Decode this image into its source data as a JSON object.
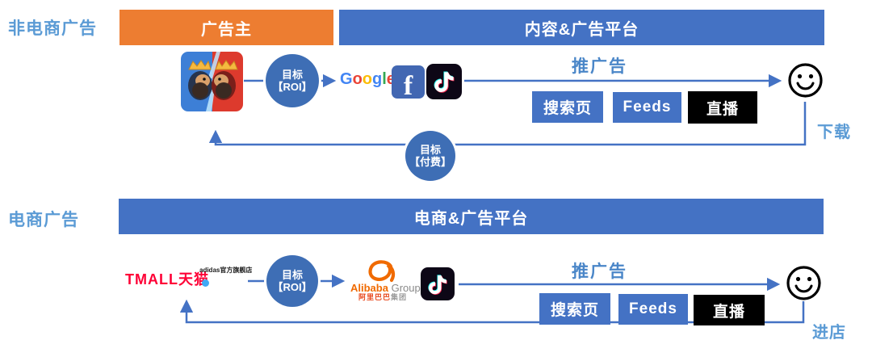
{
  "sections": [
    {
      "label": "非电商广告",
      "advertiser_box": "广告主",
      "platform_box": "内容&广告平台",
      "goal_roi": {
        "line1": "目标",
        "line2": "【ROI】"
      },
      "goal_return": {
        "line1": "目标",
        "line2": "【付费】"
      },
      "push_ads": "推广告",
      "channels": [
        "搜索页",
        "Feeds",
        "直播"
      ],
      "outcome": "下载"
    },
    {
      "label": "电商广告",
      "platform_box": "电商&广告平台",
      "goal_roi": {
        "line1": "目标",
        "line2": "【ROI】"
      },
      "push_ads": "推广告",
      "channels": [
        "搜索页",
        "Feeds",
        "直播"
      ],
      "outcome": "进店"
    }
  ],
  "logos": {
    "google": {
      "letters": [
        "G",
        "o",
        "o",
        "g",
        "l",
        "e"
      ]
    },
    "facebook_f": "f",
    "tmall": "TMALL天猫",
    "adidas_store": "adidas官方旗舰店",
    "alibaba": {
      "en_orange": "Alibaba",
      "en_gray": "Group",
      "cn_orange": "阿里巴巴",
      "cn_gray": "集团"
    }
  },
  "colors": {
    "header_blue": "#4472C4",
    "circle_blue": "#3E6EB5",
    "label_light_blue": "#5B9BD5",
    "advertiser_orange": "#ED7D31",
    "live_black": "#000000",
    "tmall_red": "#FE0036",
    "alibaba_orange": "#F06A00"
  }
}
